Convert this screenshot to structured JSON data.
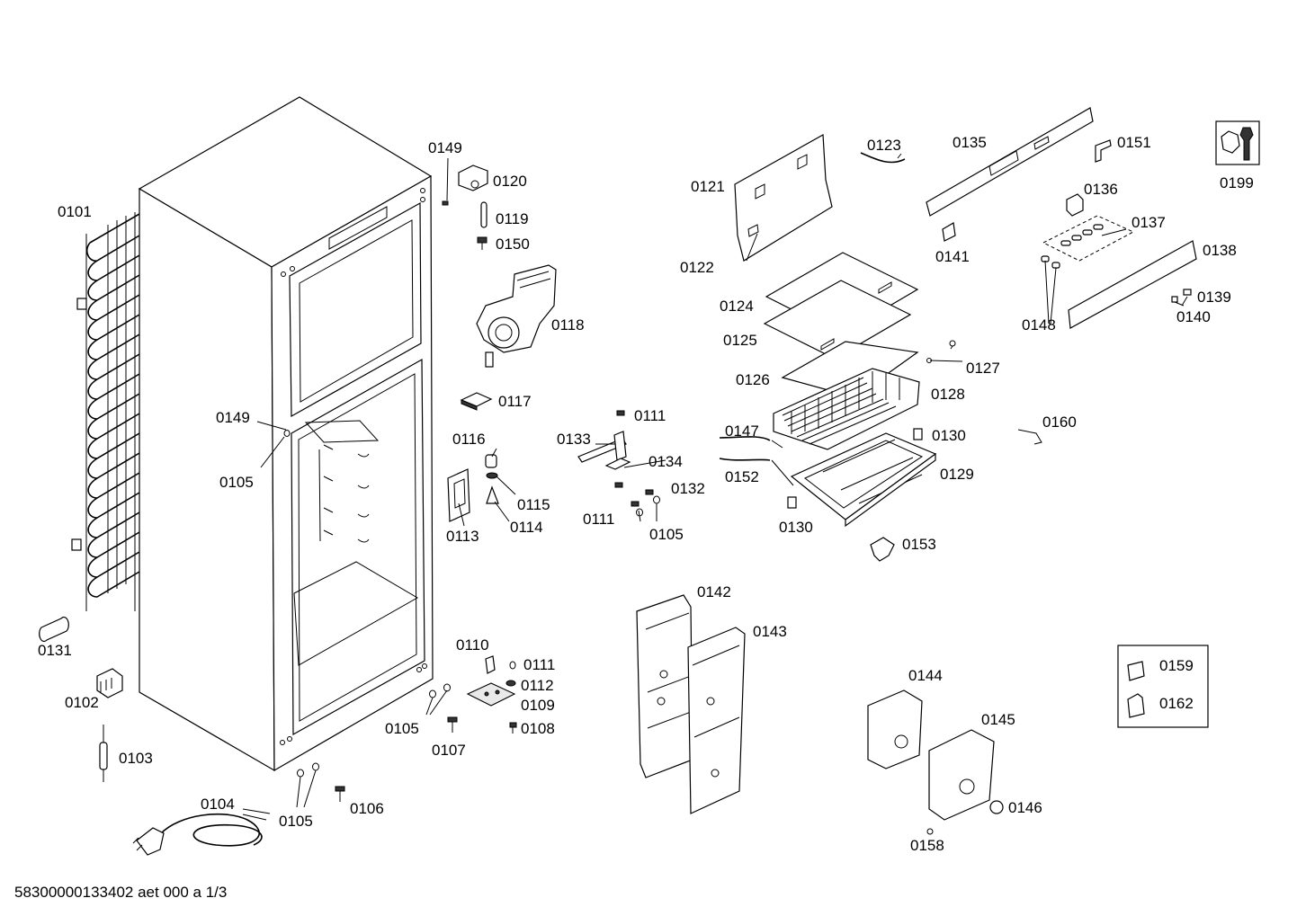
{
  "diagram": {
    "callouts": [
      "0101",
      "0149",
      "0120",
      "0119",
      "0150",
      "0118",
      "0117",
      "0149",
      "0105",
      "0116",
      "0115",
      "0114",
      "0113",
      "0133",
      "0111",
      "0134",
      "0111",
      "0132",
      "0105",
      "0131",
      "0102",
      "0103",
      "0104",
      "0105",
      "0106",
      "0110",
      "0111",
      "0112",
      "0109",
      "0105",
      "0107",
      "0108",
      "0121",
      "0122",
      "0123",
      "0135",
      "0151",
      "0199",
      "0136",
      "0137",
      "0138",
      "0141",
      "0148",
      "0139",
      "0140",
      "0124",
      "0125",
      "0126",
      "0127",
      "0128",
      "0147",
      "0152",
      "0130",
      "0129",
      "0130",
      "0160",
      "0153",
      "0142",
      "0143",
      "0144",
      "0145",
      "0146",
      "0158",
      "0159",
      "0162"
    ],
    "footer_code": "58300000133402 aet 000 a 1/3"
  },
  "colors": {
    "line": "#000000",
    "background": "#ffffff",
    "shade": "#e9e9e9"
  },
  "icons": {
    "service": "wrench-nut-icon"
  }
}
